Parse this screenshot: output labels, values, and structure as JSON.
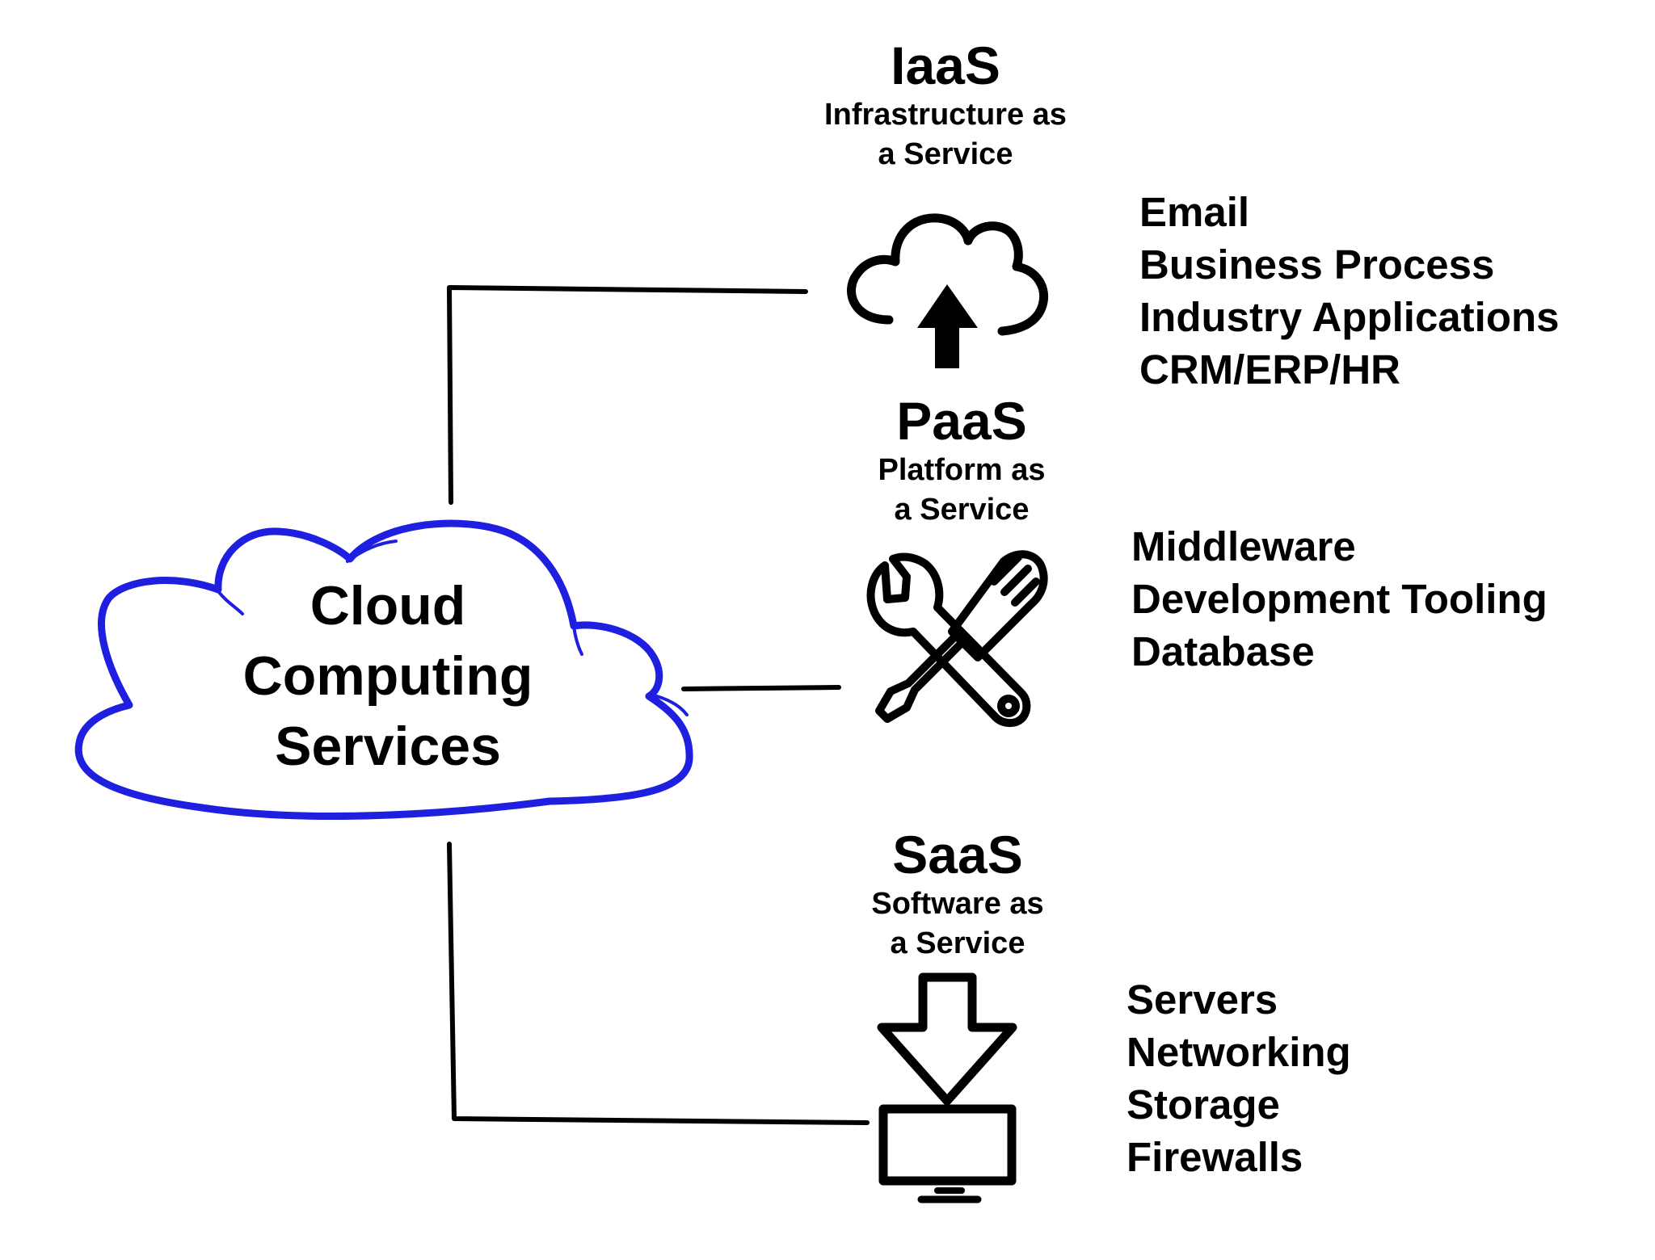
{
  "center": {
    "label_lines": [
      "Cloud",
      "Computing",
      "Services"
    ],
    "outline_color": "#1f1fe0"
  },
  "services": [
    {
      "title": "IaaS",
      "subtitle_lines": [
        "Infrastructure as",
        "a Service"
      ],
      "icon": "cloud-upload-icon",
      "items": [
        "Email",
        "Business Process",
        "Industry Applications",
        "CRM/ERP/HR"
      ]
    },
    {
      "title": "PaaS",
      "subtitle_lines": [
        "Platform as",
        "a Service"
      ],
      "icon": "tools-icon",
      "items": [
        "Middleware",
        "Development Tooling",
        "Database"
      ]
    },
    {
      "title": "SaaS",
      "subtitle_lines": [
        "Software as",
        "a Service"
      ],
      "icon": "download-to-monitor-icon",
      "items": [
        "Servers",
        "Networking",
        "Storage",
        "Firewalls"
      ]
    }
  ],
  "colors": {
    "connector": "#000000",
    "cloud_outline": "#1f1fe0"
  }
}
